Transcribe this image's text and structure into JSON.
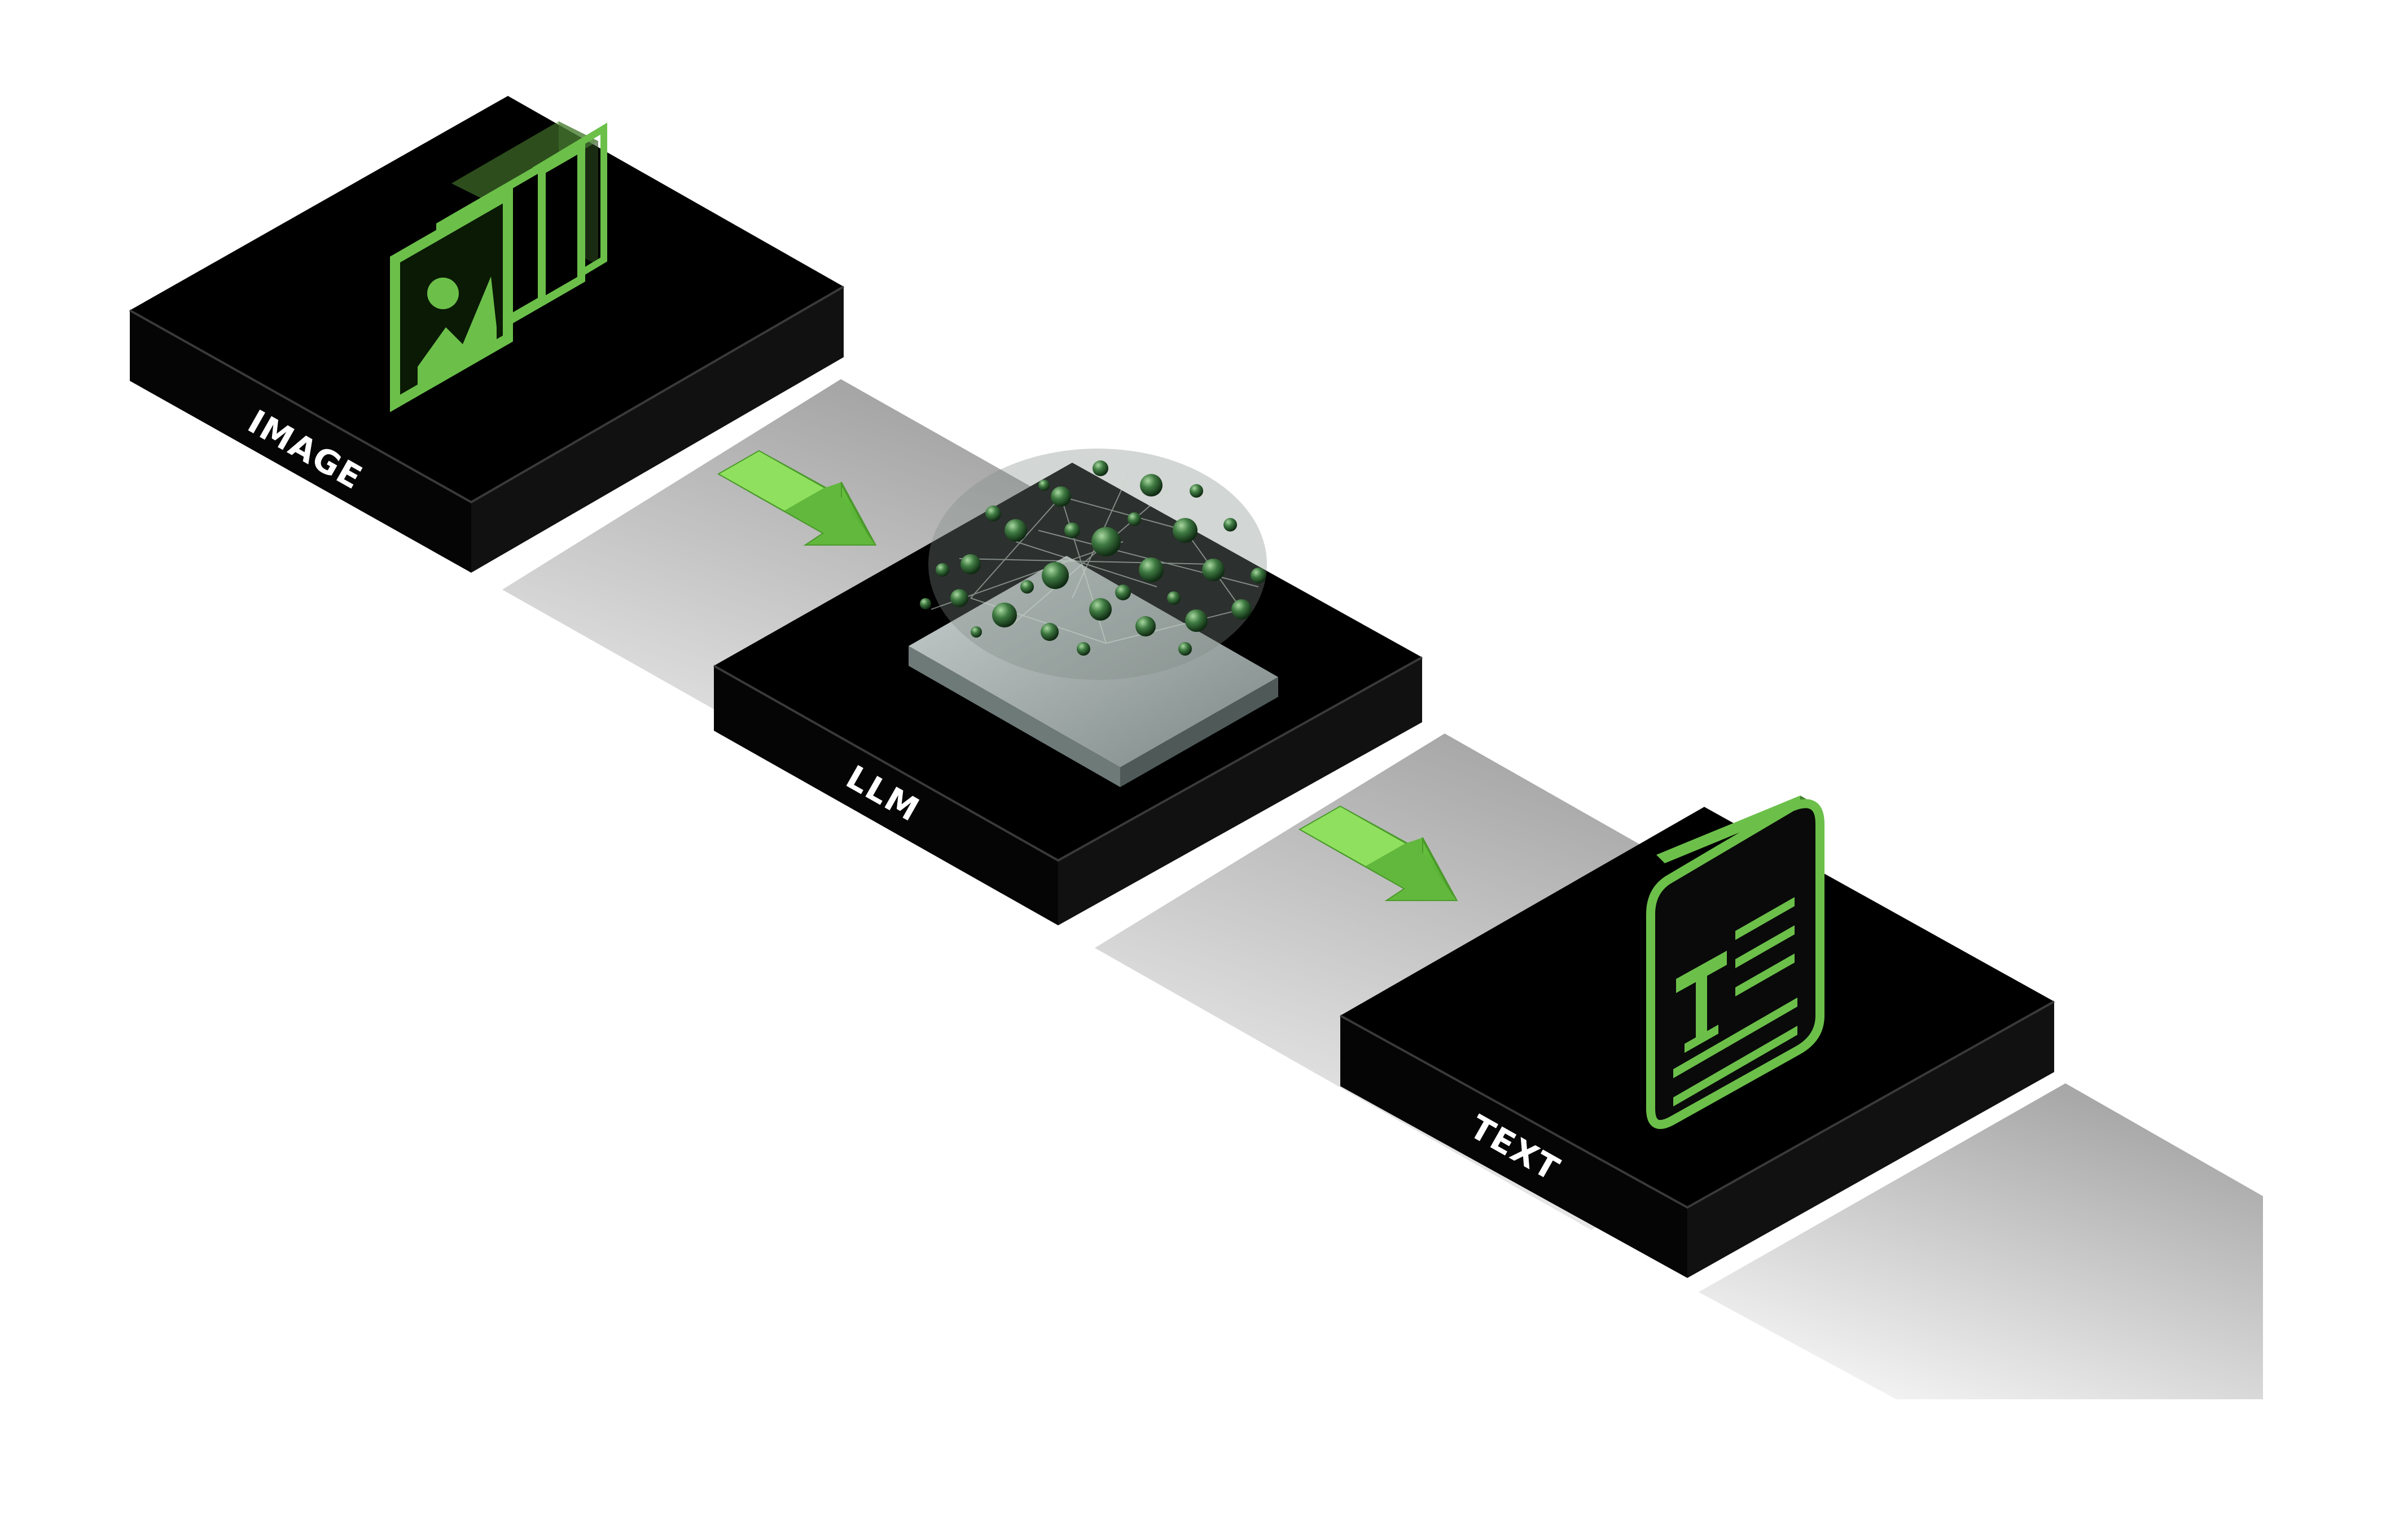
{
  "stages": [
    {
      "id": "image",
      "label": "IMAGE",
      "icon": "image-gallery-icon"
    },
    {
      "id": "llm",
      "label": "LLM",
      "icon": "neural-network-icon"
    },
    {
      "id": "text",
      "label": "TEXT",
      "icon": "text-document-icon"
    }
  ],
  "connectors": [
    {
      "from": "image",
      "to": "llm",
      "icon": "arrow-right-icon"
    },
    {
      "from": "llm",
      "to": "text",
      "icon": "arrow-right-icon"
    }
  ],
  "colors": {
    "accent_green": "#6cc04a",
    "accent_green_dark": "#3f7f2a",
    "platform_top": "#000000",
    "platform_side": "#0d0d0d",
    "path_gray": "#b8b8b8",
    "label_text": "#ffffff"
  }
}
